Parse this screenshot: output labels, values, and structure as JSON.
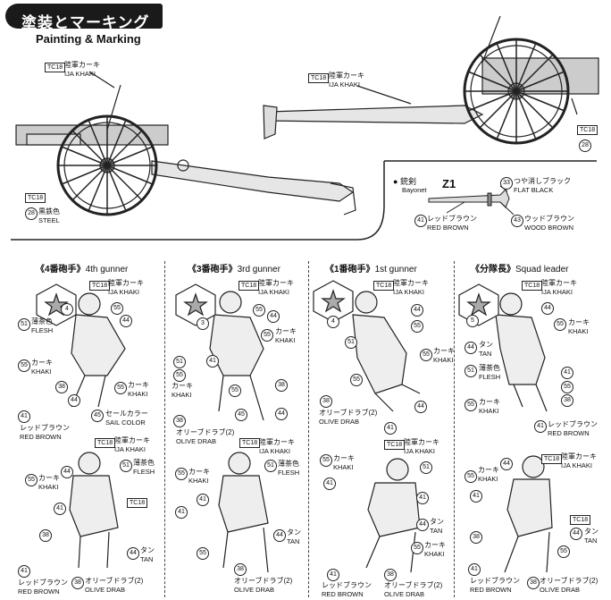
{
  "header": {
    "title_jp": "塗装とマーキング",
    "title_en": "Painting & Marking"
  },
  "gun_left": {
    "tc18": "TC18",
    "ija_khaki": "陸軍カーキ",
    "ija_khaki_en": "IJA KHAKI",
    "steel_code": "28",
    "steel_jp": "黒鉄色",
    "steel_en": "STEEL"
  },
  "gun_right": {
    "tc18": "TC18",
    "ija_khaki": "陸軍カーキ",
    "ija_khaki_en": "IJA KHAKI",
    "tc18b": "TC18",
    "code28": "28"
  },
  "bayonet": {
    "label_jp": "銃剣",
    "label_en": "Bayonet",
    "part": "Z1",
    "flat_code": "33",
    "flat_jp": "つや消しブラック",
    "flat_en": "FLAT BLACK",
    "red_code": "41",
    "red_jp": "レッドブラウン",
    "red_en": "RED BROWN",
    "wood_code": "43",
    "wood_jp": "ウッドブラウン",
    "wood_en": "WOOD BROWN"
  },
  "gunners": [
    {
      "heading_jp": "《4番砲手》",
      "heading_en": "4th gunner",
      "badge": "4"
    },
    {
      "heading_jp": "《3番砲手》",
      "heading_en": "3rd gunner",
      "badge": "3"
    },
    {
      "heading_jp": "《1番砲手》",
      "heading_en": "1st gunner",
      "badge": "4"
    },
    {
      "heading_jp": "《分隊長》",
      "heading_en": "Squad leader",
      "badge": "5"
    }
  ],
  "colors": {
    "tc18": "TC18",
    "ija_jp": "陸軍カーキ",
    "ija_en": "IJA KHAKI",
    "c55": "55",
    "c44": "44",
    "c51": "51",
    "c38": "38",
    "c41": "41",
    "c45": "45",
    "khaki_jp": "カーキ",
    "khaki_en": "KHAKI",
    "flesh_jp": "薄茶色",
    "flesh_en": "FLESH",
    "red_jp": "レッドブラウン",
    "red_en": "RED BROWN",
    "sail_jp": "セールカラー",
    "sail_en": "SAIL COLOR",
    "olive_jp": "オリーブドラブ(2)",
    "olive_en": "OLIVE DRAB",
    "tan_jp": "タン",
    "tan_en": "TAN"
  }
}
